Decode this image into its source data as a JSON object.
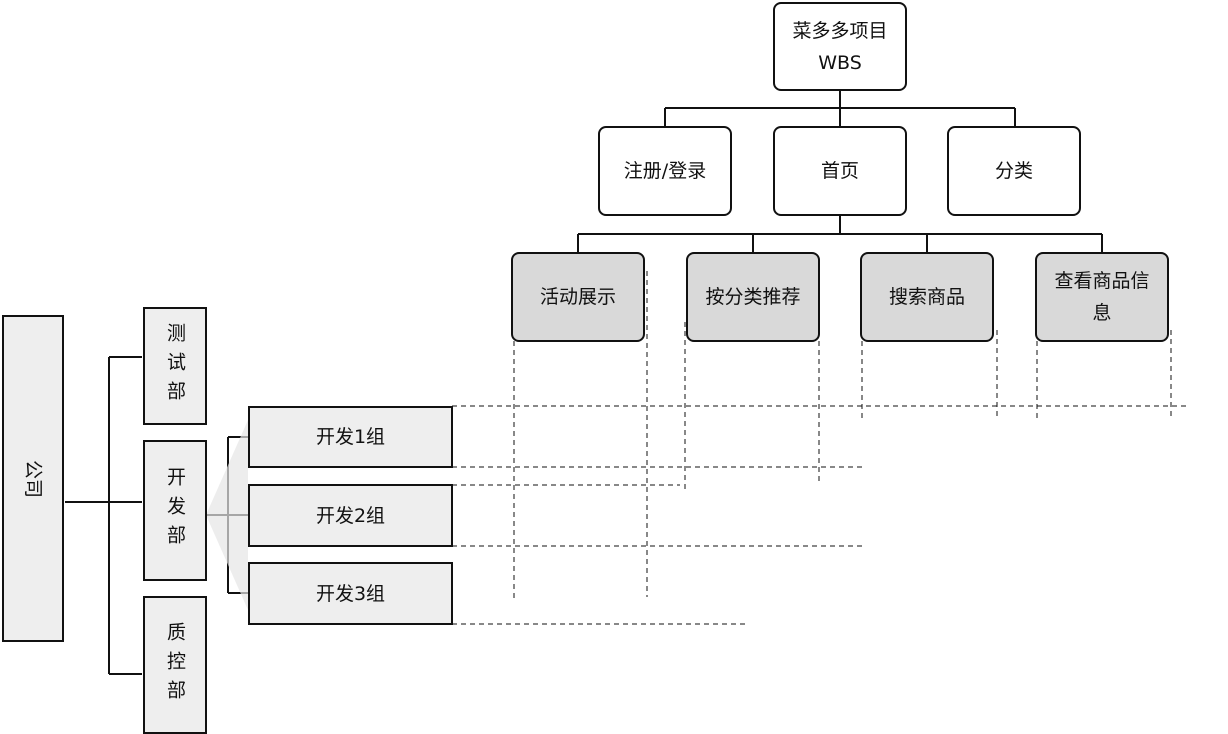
{
  "wbs": {
    "root": {
      "line1": "菜多多项目",
      "line2": "WBS"
    },
    "level2": [
      "注册/登录",
      "首页",
      "分类"
    ],
    "level3": [
      "活动展示",
      "按分类推荐",
      "搜索商品",
      "查看商品信息"
    ]
  },
  "org": {
    "company": "公司",
    "departments": [
      "测试部",
      "开发部",
      "质控部"
    ],
    "dev_groups": [
      "开发1组",
      "开发2组",
      "开发3组"
    ]
  },
  "colors": {
    "level3_fill": "#d9d9d9",
    "org_fill": "#eeeeee",
    "line": "#111111"
  }
}
